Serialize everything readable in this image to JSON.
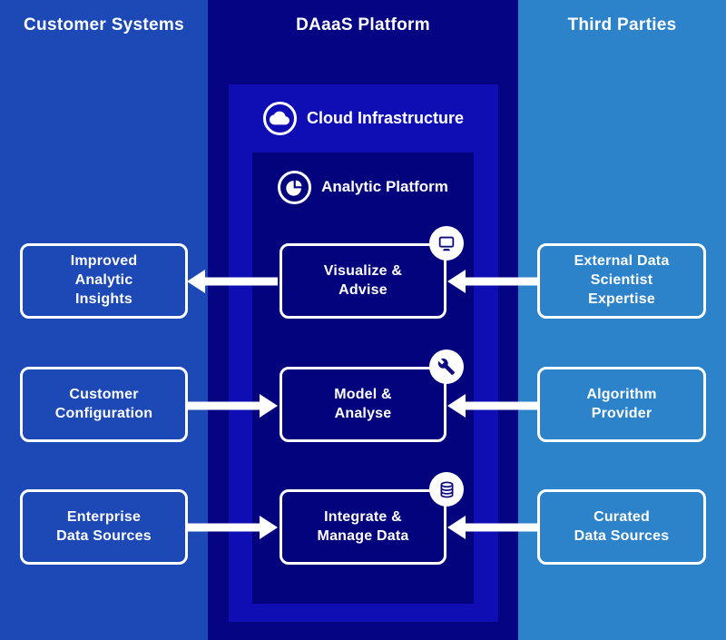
{
  "diagram": {
    "columns": [
      {
        "id": "customer-systems",
        "title": "Customer Systems",
        "bg": "#1c49b6"
      },
      {
        "id": "daas-platform",
        "title": "DAaaS Platform",
        "bg": "#050584"
      },
      {
        "id": "third-parties",
        "title": "Third Parties",
        "bg": "#2d83c9"
      }
    ],
    "containers": [
      {
        "id": "cloud-infrastructure",
        "label": "Cloud Infrastructure",
        "icon": "cloud-icon",
        "bg": "#0e0eb4"
      },
      {
        "id": "analytic-platform",
        "label": "Analytic Platform",
        "icon": "pie-chart-icon",
        "bg": "#03037d"
      }
    ],
    "nodes": {
      "left": [
        "Improved\nAnalytic\nInsights",
        "Customer\nConfiguration",
        "Enterprise\nData Sources"
      ],
      "center": [
        {
          "label": "Visualize &\nAdvise",
          "badge_icon": "monitor-icon"
        },
        {
          "label": "Model &\nAnalyse",
          "badge_icon": "wrench-icon"
        },
        {
          "label": "Integrate &\nManage Data",
          "badge_icon": "database-icon"
        }
      ],
      "right": [
        "External Data\nScientist\nExpertise",
        "Algorithm\nProvider",
        "Curated\nData Sources"
      ]
    },
    "arrows": [
      {
        "row": 1,
        "side": "left",
        "direction": "left"
      },
      {
        "row": 1,
        "side": "right",
        "direction": "left"
      },
      {
        "row": 2,
        "side": "left",
        "direction": "right"
      },
      {
        "row": 2,
        "side": "right",
        "direction": "left"
      },
      {
        "row": 3,
        "side": "left",
        "direction": "right"
      },
      {
        "row": 3,
        "side": "right",
        "direction": "left"
      }
    ],
    "colors": {
      "text": "#ffffff",
      "border": "#ffffff",
      "badge_icon": "#0d0d7e"
    }
  }
}
